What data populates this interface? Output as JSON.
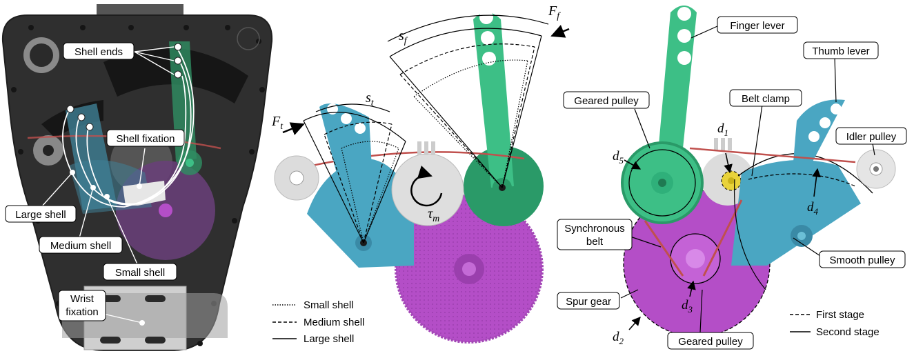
{
  "colors": {
    "green": "#3dbf86",
    "green_dark": "#2a9a68",
    "teal": "#4aa6c2",
    "teal_dark": "#3a8aa6",
    "purple": "#b44ec7",
    "purple_dark": "#8f3aa0",
    "gray_light": "#dcdcdc",
    "housing": "#2f2f2f",
    "belt": "#c0504d",
    "yellow": "#e8d23a"
  },
  "panel_left": {
    "labels": {
      "shell_ends": "Shell ends",
      "shell_fixation": "Shell fixation",
      "large_shell": "Large shell",
      "medium_shell": "Medium shell",
      "small_shell": "Small shell",
      "wrist_fixation_1": "Wrist",
      "wrist_fixation_2": "fixation"
    }
  },
  "panel_middle": {
    "symbols": {
      "s_f": "s",
      "s_f_sub": "f",
      "F_f": "F",
      "F_f_sub": "f",
      "s_t": "s",
      "s_t_sub": "t",
      "F_t": "F",
      "F_t_sub": "t",
      "tau_m": "τ",
      "tau_m_sub": "m"
    },
    "legend": [
      {
        "label": "Small shell",
        "style": "dotted"
      },
      {
        "label": "Medium shell",
        "style": "dashed"
      },
      {
        "label": "Large shell",
        "style": "solid"
      }
    ]
  },
  "panel_right": {
    "labels": {
      "finger_lever": "Finger lever",
      "thumb_lever": "Thumb lever",
      "geared_pulley_top": "Geared pulley",
      "belt_clamp": "Belt clamp",
      "idler_pulley": "Idler pulley",
      "synchronous_belt_1": "Synchronous",
      "synchronous_belt_2": "belt",
      "smooth_pulley": "Smooth pulley",
      "spur_gear": "Spur gear",
      "geared_pulley_bottom": "Geared pulley"
    },
    "symbols": {
      "d1": "d",
      "d1_sub": "1",
      "d2": "d",
      "d2_sub": "2",
      "d3": "d",
      "d3_sub": "3",
      "d4": "d",
      "d4_sub": "4",
      "d5": "d",
      "d5_sub": "5"
    },
    "legend": [
      {
        "label": "First stage",
        "style": "dashed"
      },
      {
        "label": "Second stage",
        "style": "solid"
      }
    ]
  }
}
